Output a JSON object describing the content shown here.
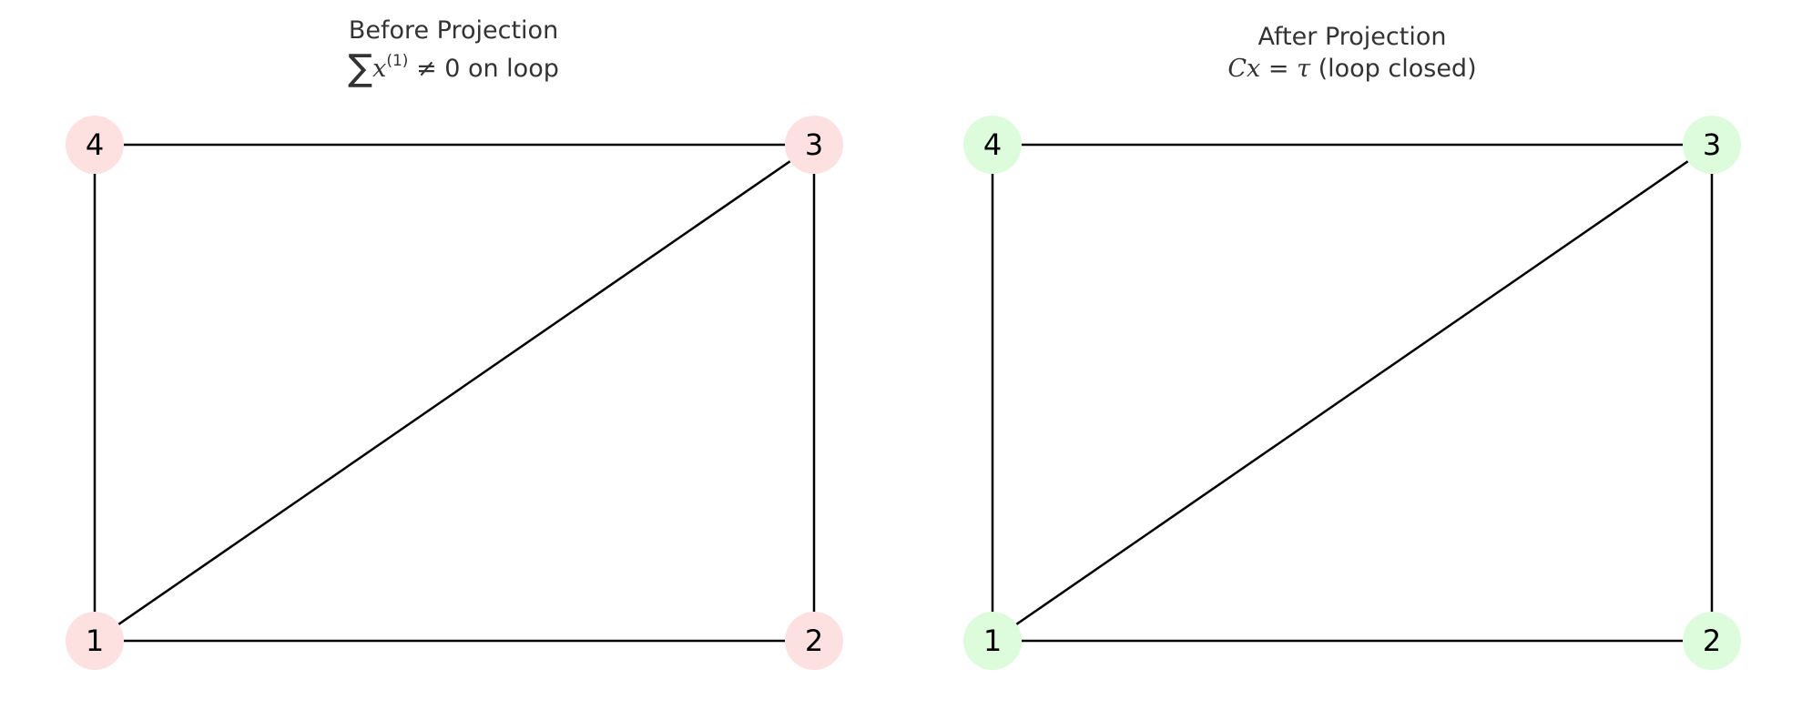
{
  "panels": [
    {
      "title": "Before Projection",
      "subtitle_prefix": "∑",
      "subtitle_var": "x",
      "subtitle_sup": "(1)",
      "subtitle_rest": " ≠ 0 on loop",
      "node_fill": "#fde0e0",
      "nodes": [
        {
          "id": "1",
          "label": "1"
        },
        {
          "id": "2",
          "label": "2"
        },
        {
          "id": "3",
          "label": "3"
        },
        {
          "id": "4",
          "label": "4"
        }
      ],
      "edges": [
        [
          "1",
          "2"
        ],
        [
          "2",
          "3"
        ],
        [
          "3",
          "4"
        ],
        [
          "4",
          "1"
        ],
        [
          "1",
          "3"
        ]
      ]
    },
    {
      "title": "After Projection",
      "subtitle_var": "Cx",
      "subtitle_eq": " = ",
      "subtitle_tau": "τ",
      "subtitle_rest": " (loop closed)",
      "node_fill": "#dcfcdc",
      "nodes": [
        {
          "id": "1",
          "label": "1"
        },
        {
          "id": "2",
          "label": "2"
        },
        {
          "id": "3",
          "label": "3"
        },
        {
          "id": "4",
          "label": "4"
        }
      ],
      "edges": [
        [
          "1",
          "2"
        ],
        [
          "2",
          "3"
        ],
        [
          "3",
          "4"
        ],
        [
          "4",
          "1"
        ],
        [
          "1",
          "3"
        ]
      ]
    }
  ]
}
